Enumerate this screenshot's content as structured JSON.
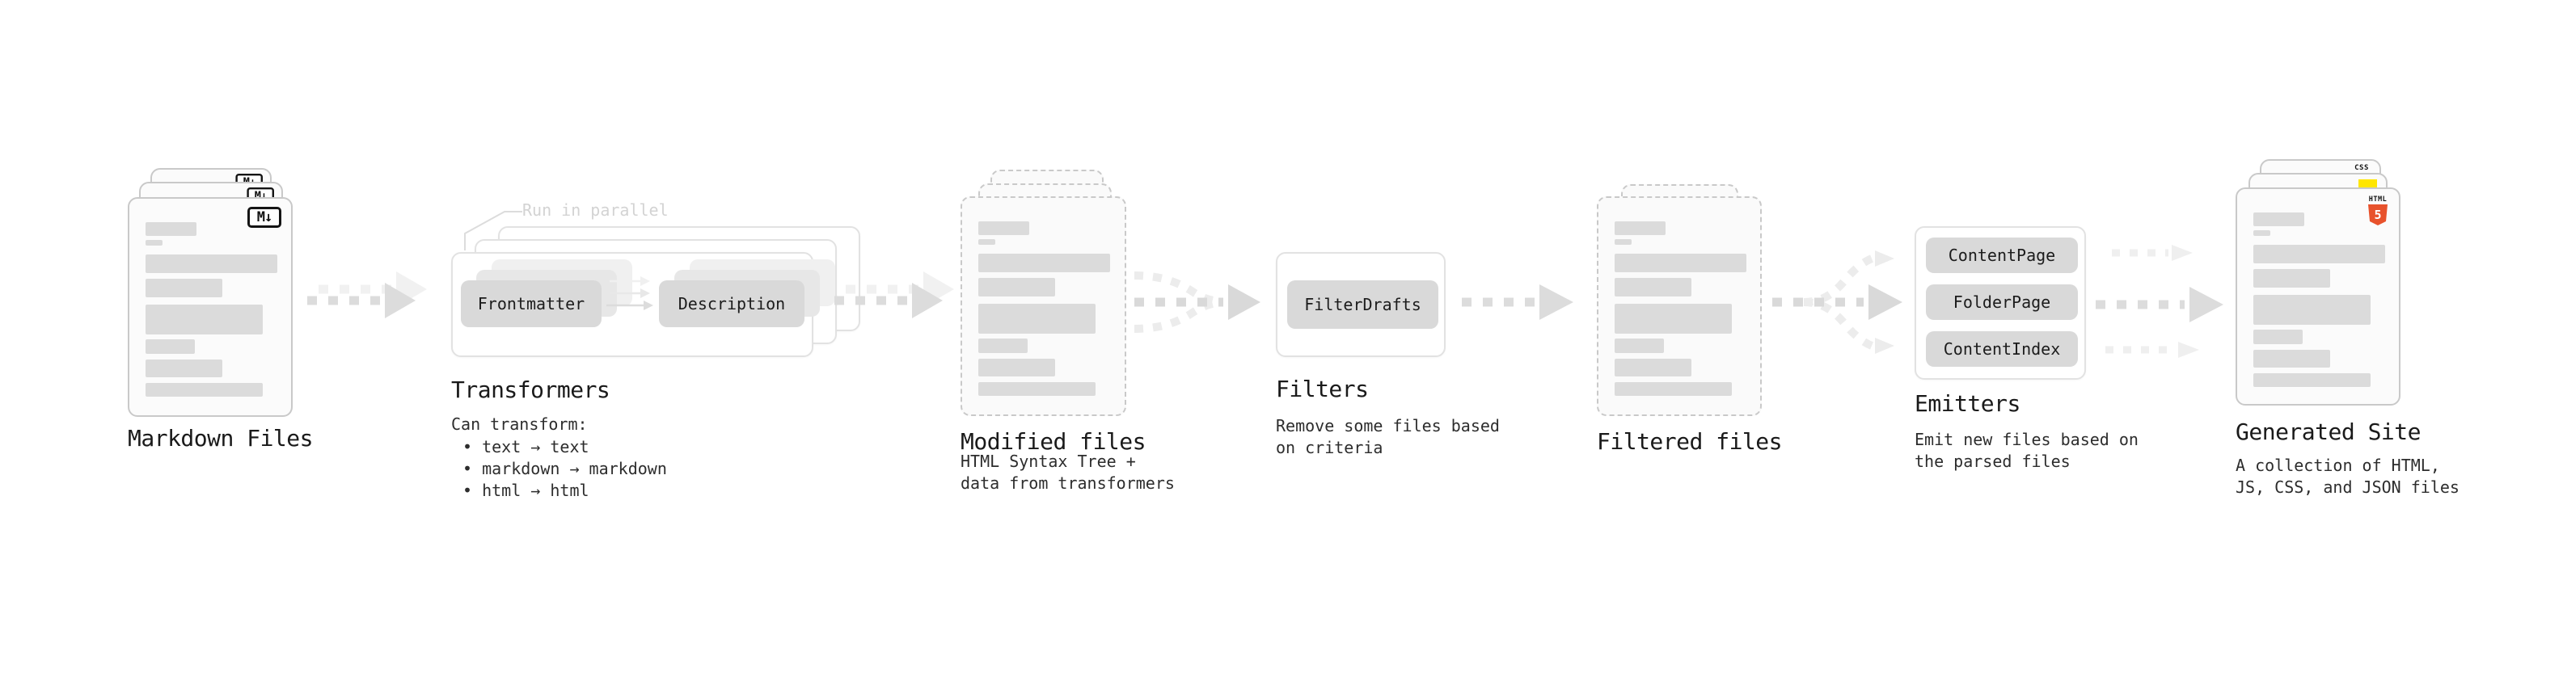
{
  "stages": {
    "markdown": {
      "title": "Markdown Files",
      "badge": "M↓"
    },
    "transformers": {
      "title": "Transformers",
      "note": "Run in parallel",
      "left_box": "Frontmatter",
      "right_box": "Description",
      "desc_heading": "Can transform:",
      "bullets": [
        "• text → text",
        "• markdown → markdown",
        "• html → html"
      ]
    },
    "modified": {
      "title": "Modified files",
      "desc_line1": "HTML Syntax Tree +",
      "desc_line2": "data from transformers"
    },
    "filters": {
      "title": "Filters",
      "button": "FilterDrafts",
      "desc_line1": "Remove some files based",
      "desc_line2": "on criteria"
    },
    "filtered": {
      "title": "Filtered files"
    },
    "emitters": {
      "title": "Emitters",
      "buttons": [
        "ContentPage",
        "FolderPage",
        "ContentIndex"
      ],
      "desc_line1": "Emit new files based on",
      "desc_line2": "the parsed files"
    },
    "generated": {
      "title": "Generated Site",
      "desc_line1": "A collection of HTML,",
      "desc_line2": "JS, CSS, and JSON files",
      "html_badge_label": "HTML",
      "html_badge_number": "5",
      "css_badge_label": "CSS"
    }
  },
  "colors": {
    "html5_orange": "#e8522c",
    "js_yellow": "#ffe600",
    "css_blue": "#2f6fe0",
    "chip_gray": "#d9d9d9",
    "arrow_gray": "#dcdcdc"
  }
}
